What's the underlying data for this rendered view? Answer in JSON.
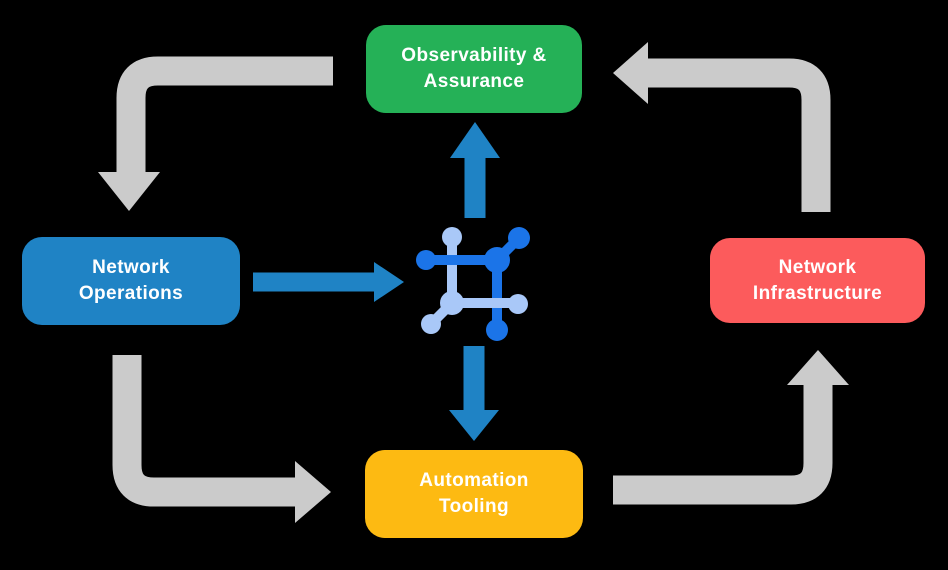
{
  "diagram": {
    "background_color": "#000000",
    "text_color": "#ffffff",
    "boxes": [
      {
        "id": "observability-assurance",
        "lines": [
          "Observability &",
          "Assurance"
        ],
        "color": "#25b157"
      },
      {
        "id": "network-operations",
        "lines": [
          "Network",
          "Operations"
        ],
        "color": "#1f83c5"
      },
      {
        "id": "network-infrastructure",
        "lines": [
          "Network",
          "Infrastructure"
        ],
        "color": "#fc5b5c"
      },
      {
        "id": "automation-tooling",
        "lines": [
          "Automation",
          "Tooling"
        ],
        "color": "#fdba12"
      }
    ],
    "cycle_arrow_color": "#cbcbcb",
    "hub_arrow_color": "#1f83c5",
    "hub_icon": {
      "name": "network-hub-icon",
      "dark_color": "#1b74e8",
      "light_color": "#a9c8f8"
    }
  }
}
